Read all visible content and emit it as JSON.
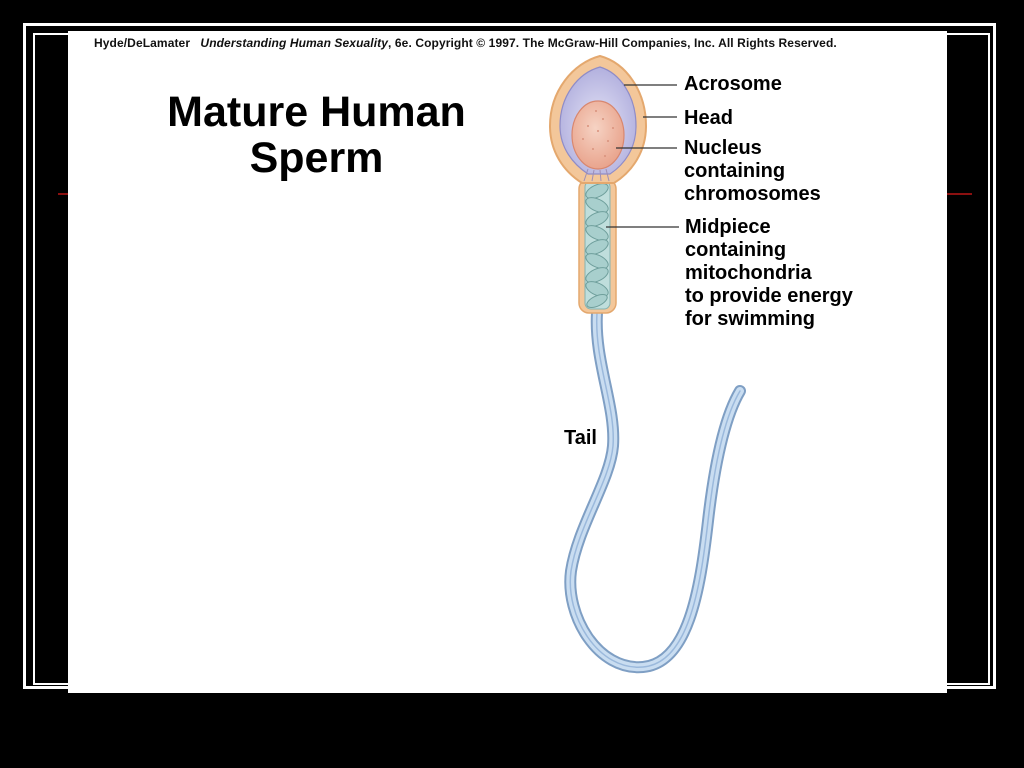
{
  "credit": {
    "author": "Hyde/DeLamater",
    "book": "Understanding Human Sexuality",
    "rest": ", 6e.  Copyright © 1997. The McGraw-Hill Companies, Inc. All Rights Reserved."
  },
  "title": {
    "line1": "Mature Human",
    "line2": "Sperm"
  },
  "labels": {
    "acrosome": "Acrosome",
    "head": "Head",
    "nucleus": [
      "Nucleus",
      "containing",
      "chromosomes"
    ],
    "midpiece": [
      "Midpiece",
      "containing",
      "mitochondria",
      "to provide energy",
      "for swimming"
    ],
    "tail": "Tail"
  },
  "colors": {
    "outer_membrane": "#f3c79a",
    "acrosome": "#b9b7e3",
    "nucleus": "#f0b9a4",
    "midpiece": "#a8cfcd",
    "tail": "#a9c7e6",
    "divider": "#8b1010"
  }
}
